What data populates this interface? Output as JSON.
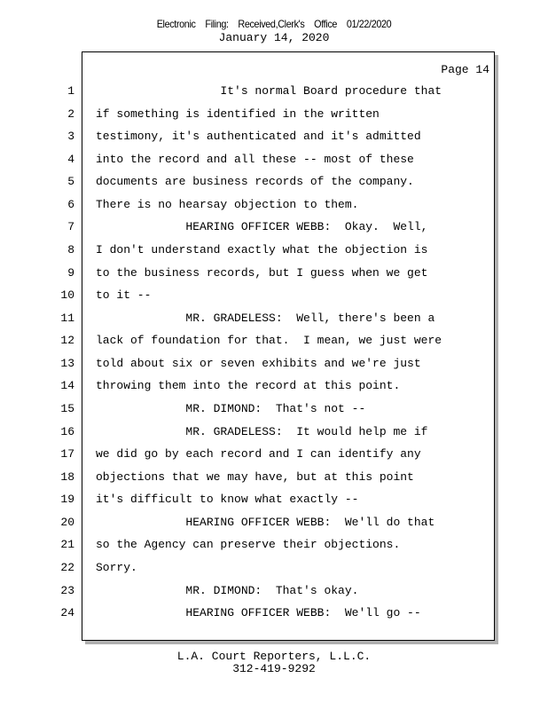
{
  "header": {
    "filing": [
      "Electronic",
      "Filing:",
      "Received,Clerk's",
      "Office",
      "01/22/2020"
    ],
    "date": "January 14, 2020"
  },
  "page_label": "Page 14",
  "lines": [
    {
      "n": "1",
      "t": "                  It's normal Board procedure that"
    },
    {
      "n": "2",
      "t": "if something is identified in the written"
    },
    {
      "n": "3",
      "t": "testimony, it's authenticated and it's admitted"
    },
    {
      "n": "4",
      "t": "into the record and all these -- most of these"
    },
    {
      "n": "5",
      "t": "documents are business records of the company."
    },
    {
      "n": "6",
      "t": "There is no hearsay objection to them."
    },
    {
      "n": "7",
      "t": "             HEARING OFFICER WEBB:  Okay.  Well,"
    },
    {
      "n": "8",
      "t": "I don't understand exactly what the objection is"
    },
    {
      "n": "9",
      "t": "to the business records, but I guess when we get"
    },
    {
      "n": "10",
      "t": "to it --"
    },
    {
      "n": "11",
      "t": "             MR. GRADELESS:  Well, there's been a"
    },
    {
      "n": "12",
      "t": "lack of foundation for that.  I mean, we just were"
    },
    {
      "n": "13",
      "t": "told about six or seven exhibits and we're just"
    },
    {
      "n": "14",
      "t": "throwing them into the record at this point."
    },
    {
      "n": "15",
      "t": "             MR. DIMOND:  That's not --"
    },
    {
      "n": "16",
      "t": "             MR. GRADELESS:  It would help me if"
    },
    {
      "n": "17",
      "t": "we did go by each record and I can identify any"
    },
    {
      "n": "18",
      "t": "objections that we may have, but at this point"
    },
    {
      "n": "19",
      "t": "it's difficult to know what exactly --"
    },
    {
      "n": "20",
      "t": "             HEARING OFFICER WEBB:  We'll do that"
    },
    {
      "n": "21",
      "t": "so the Agency can preserve their objections."
    },
    {
      "n": "22",
      "t": "Sorry."
    },
    {
      "n": "23",
      "t": "             MR. DIMOND:  That's okay."
    },
    {
      "n": "24",
      "t": "             HEARING OFFICER WEBB:  We'll go --"
    }
  ],
  "footer": {
    "company": "L.A. Court Reporters, L.L.C.",
    "phone": "312-419-9292"
  }
}
